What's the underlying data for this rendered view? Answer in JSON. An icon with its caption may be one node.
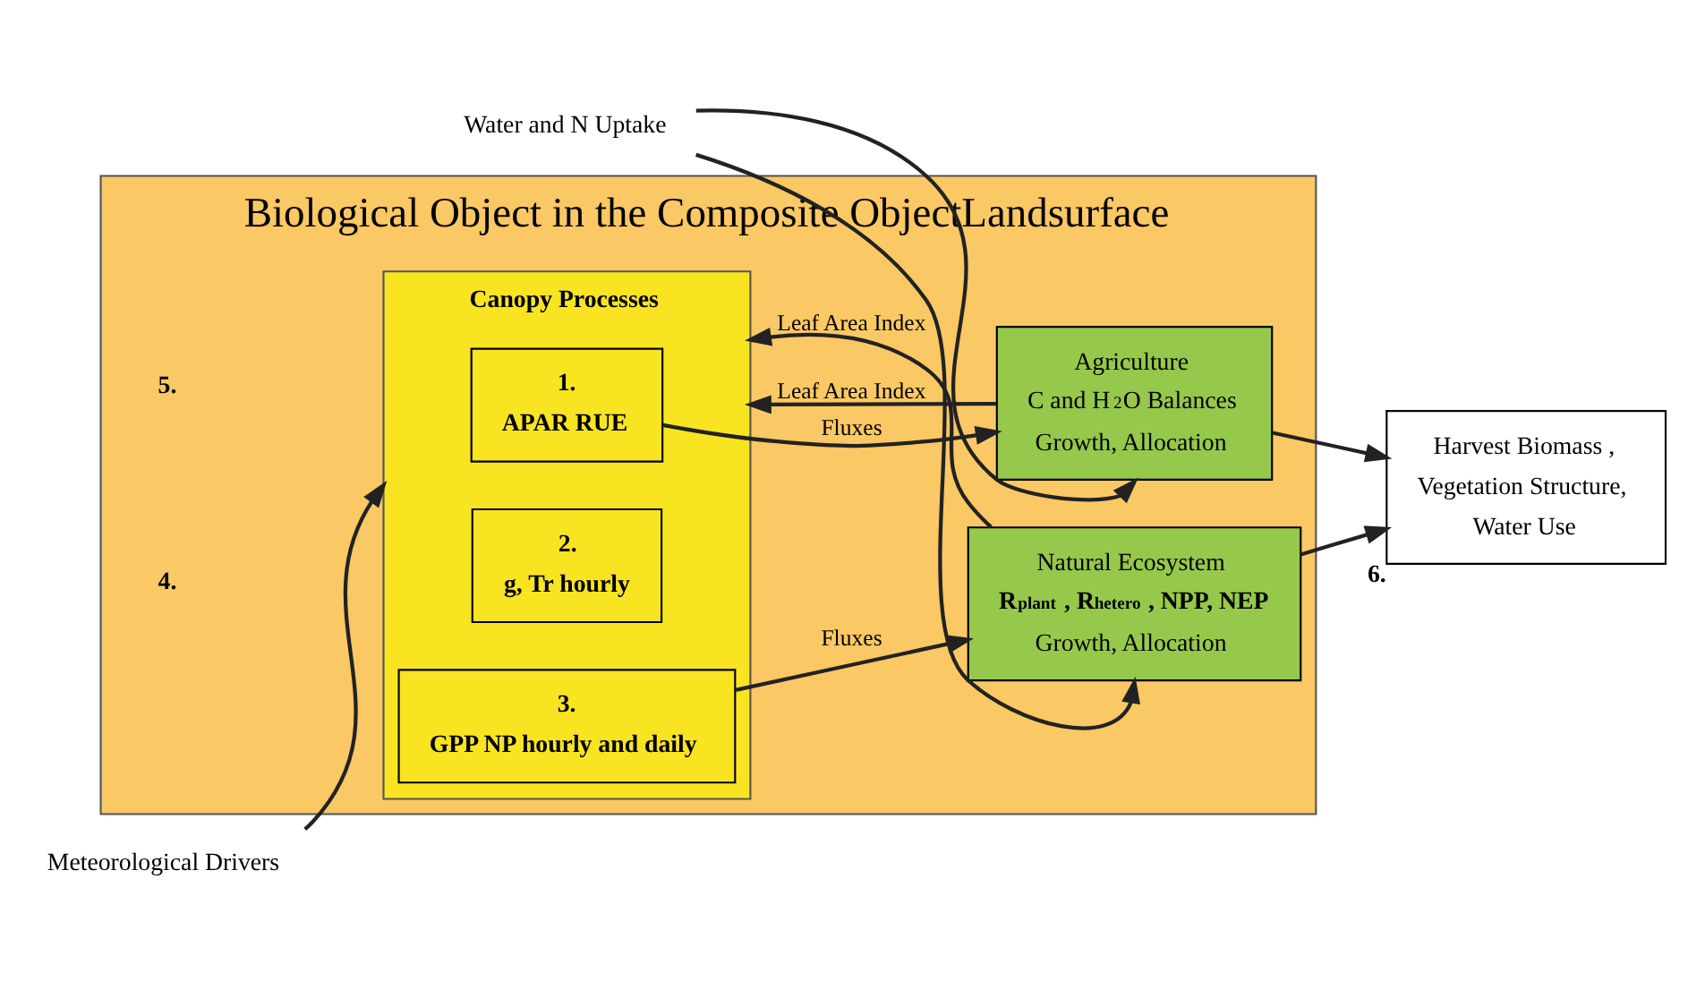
{
  "diagram": {
    "nodes": [
      {
        "text": [
          "Biological Object in the Composite ObjectLandsurface"
        ]
      },
      {
        "text": [
          "Canopy Processes"
        ],
        "in": 0
      },
      {
        "text": [
          "1.",
          "APAR RUE"
        ],
        "in": 1
      },
      {
        "text": [
          "2.",
          "g, Tr hourly"
        ],
        "in": 1
      },
      {
        "text": [
          "3.",
          "GPP NP hourly and daily"
        ],
        "in": 1
      },
      {
        "text": [
          "Agriculture",
          "C and H$_{2}$O Balances",
          "Growth, Allocation"
        ],
        "in": 0
      },
      {
        "text": [
          "Natural Ecosystem",
          "R$_{plant}$ , R$_{hetero}$ , NPP, NEP",
          "Growth, Allocation"
        ],
        "in": 0
      },
      {
        "text": [
          "Meteorological Drivers"
        ]
      },
      {
        "text": [
          "Harvest Biomass ,",
          "Vegetation Structure,",
          "Water Use"
        ],
        "beside": [
          "6."
        ]
      },
      {
        "text": [
          "Water and N Uptake"
        ]
      }
    ],
    "edges": [
      {
        "from": 7,
        "to": 1,
        "arrow": "to"
      },
      {
        "from": 5,
        "to": 1,
        "arrow": "to",
        "label": "Leaf Area Index"
      },
      {
        "from": 2,
        "to": 5,
        "arrow": "to",
        "label": "Fluxes"
      },
      {
        "from": 6,
        "to": 1,
        "arrow": "to",
        "label": "Leaf Area Index"
      },
      {
        "from": 4,
        "to": 6,
        "arrow": "to",
        "label": "Fluxes"
      },
      {
        "from": 5,
        "to": 8,
        "arrow": "to"
      },
      {
        "from": 6,
        "to": 8,
        "arrow": "to"
      },
      {
        "from": 9,
        "to": 5,
        "arrow": "to"
      },
      {
        "from": 9,
        "to": 6,
        "arrow": "to"
      }
    ],
    "labels": [
      "5.",
      "4."
    ]
  }
}
